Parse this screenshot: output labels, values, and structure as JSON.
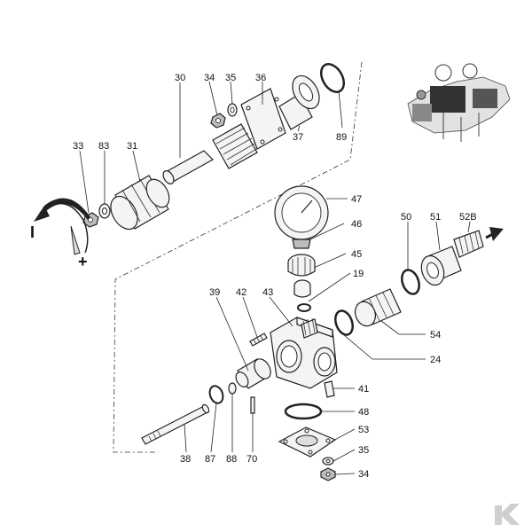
{
  "diagram": {
    "labels": [
      {
        "id": "30",
        "text": "30"
      },
      {
        "id": "34a",
        "text": "34"
      },
      {
        "id": "35a",
        "text": "35"
      },
      {
        "id": "36",
        "text": "36"
      },
      {
        "id": "37",
        "text": "37"
      },
      {
        "id": "89",
        "text": "89"
      },
      {
        "id": "33",
        "text": "33"
      },
      {
        "id": "83",
        "text": "83"
      },
      {
        "id": "31",
        "text": "31"
      },
      {
        "id": "47",
        "text": "47"
      },
      {
        "id": "46",
        "text": "46"
      },
      {
        "id": "45",
        "text": "45"
      },
      {
        "id": "19",
        "text": "19"
      },
      {
        "id": "50",
        "text": "50"
      },
      {
        "id": "51",
        "text": "51"
      },
      {
        "id": "52B",
        "text": "52B"
      },
      {
        "id": "39",
        "text": "39"
      },
      {
        "id": "42",
        "text": "42"
      },
      {
        "id": "43",
        "text": "43"
      },
      {
        "id": "54",
        "text": "54"
      },
      {
        "id": "24",
        "text": "24"
      },
      {
        "id": "41",
        "text": "41"
      },
      {
        "id": "48",
        "text": "48"
      },
      {
        "id": "53",
        "text": "53"
      },
      {
        "id": "35b",
        "text": "35"
      },
      {
        "id": "34b",
        "text": "34"
      },
      {
        "id": "38",
        "text": "38"
      },
      {
        "id": "87",
        "text": "87"
      },
      {
        "id": "88",
        "text": "88"
      },
      {
        "id": "70",
        "text": "70"
      }
    ],
    "rotation_symbols": {
      "close": "I",
      "open": "+"
    }
  },
  "colors": {
    "ink": "#222222",
    "fill": "#f4f4f4",
    "shade": "#bdbdbd",
    "watermark": "#cfcfcf"
  },
  "icons": {
    "watermark": "brand-logo-icon",
    "thumbnail": "assembly-thumbnail-icon",
    "arrow": "flow-arrow-icon"
  }
}
